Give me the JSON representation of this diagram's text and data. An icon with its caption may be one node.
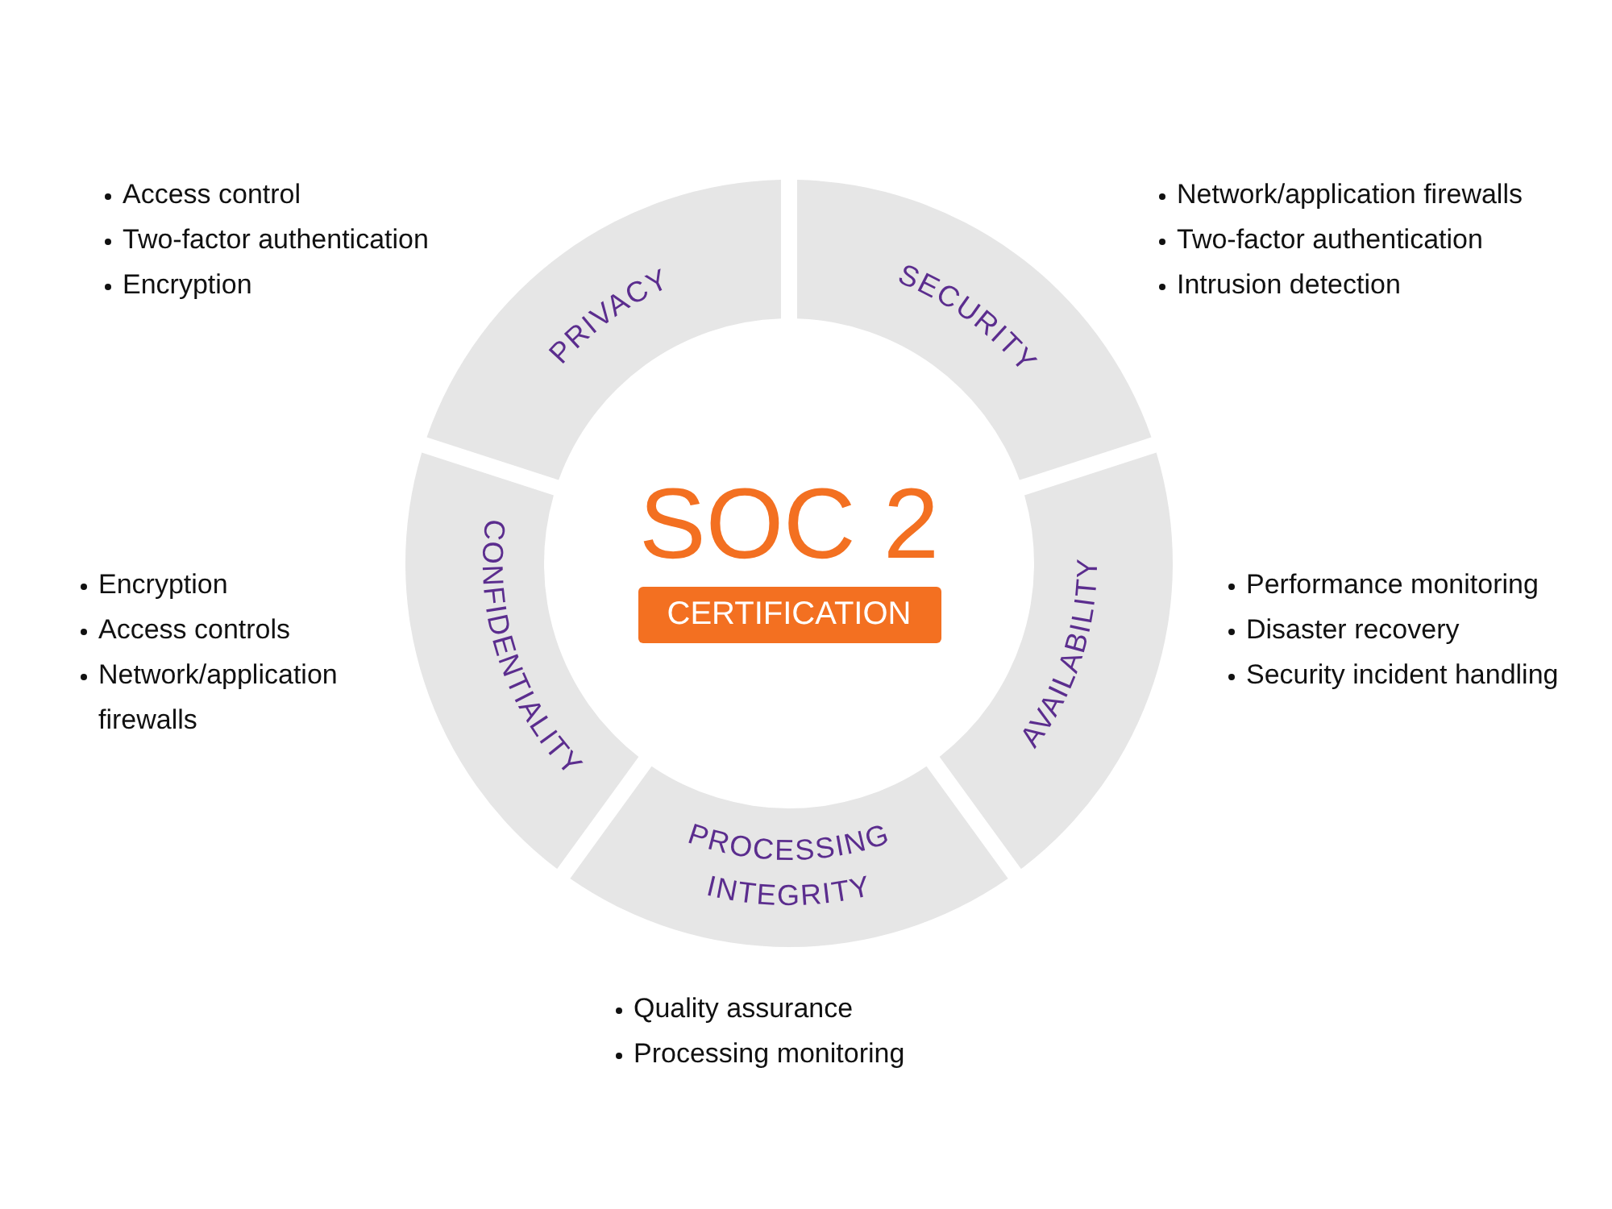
{
  "diagram": {
    "nodes": [
      {
        "text": [
          "PRIVACY"
        ],
        "beside": [
          "Access control",
          "Two-factor authentication",
          "Encryption"
        ]
      },
      {
        "text": [
          "SECURITY"
        ],
        "beside": [
          "Network/application firewalls",
          "Two-factor authentication",
          "Intrusion detection"
        ]
      },
      {
        "text": [
          "CONFIDENTIALITY"
        ],
        "beside": [
          "Encryption",
          "Access controls",
          "Network/application firewalls"
        ]
      },
      {
        "text": [
          "SOC 2",
          "CERTIFICATION"
        ]
      },
      {
        "text": [
          "AVAILABILITY"
        ],
        "beside": [
          "Performance monitoring",
          "Disaster recovery",
          "Security incident handling"
        ]
      },
      {
        "text": [
          "PROCESSING INTEGRITY"
        ],
        "beside": [
          "Quality assurance",
          "Processing monitoring"
        ]
      }
    ]
  }
}
